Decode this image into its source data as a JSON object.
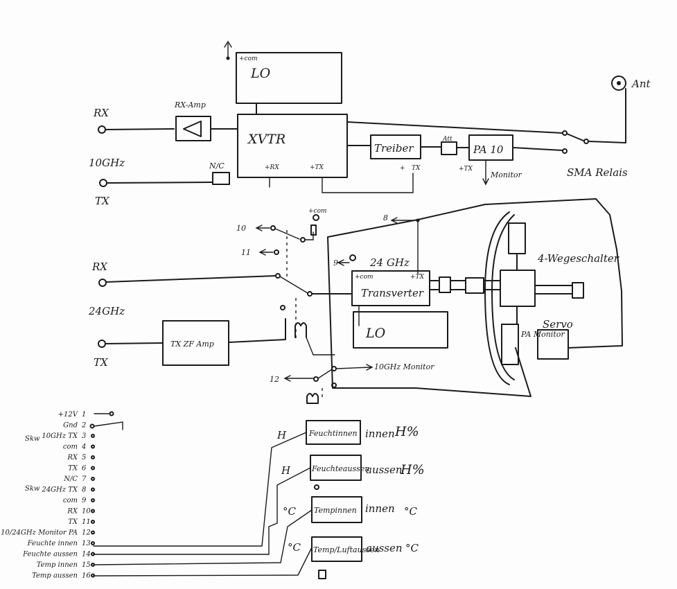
{
  "labels": {
    "lo_top": "LO",
    "lo_top_com": "+com",
    "xvtr": "XVTR",
    "xvtr_rx": "+RX",
    "xvtr_tx": "+TX",
    "rx_amp": "RX-Amp",
    "rx_top": "RX",
    "ghz10": "10GHz",
    "tx_top": "TX",
    "nc_top": "N/C",
    "treiber": "Treiber",
    "treiber_plus": "+",
    "treiber_tx": "TX",
    "att": "Att",
    "pa10": "PA 10",
    "pa10_tx": "+TX",
    "monitor_top": "Monitor",
    "ant": "Ant",
    "sma_relais": "SMA Relais",
    "n8": "8",
    "n9": "9",
    "n10": "10",
    "n11": "11",
    "n12": "12",
    "relay_com": "+com",
    "ghz24_block": "24 GHz",
    "trans_com": "+com",
    "trans_tx": "+TX",
    "transverter": "Transverter",
    "lo_mid": "LO",
    "rx_mid": "RX",
    "ghz24": "24GHz",
    "tx_mid": "TX",
    "tx_zf_amp": "TX ZF Amp",
    "monitor_10ghz": "10GHz Monitor",
    "wegeschalter": "4-Wegeschalter",
    "pa_monitor": "PA Monitor",
    "servo": "Servo",
    "h1": "H",
    "h2": "H",
    "c1": "°C",
    "c2": "°C",
    "sensor1": "Feuchtinnen",
    "sensor2": "Feuchteaussen",
    "sensor3": "Tempinnen",
    "sensor4": "Temp/Luftaussen",
    "innen1": "innen",
    "aussen1": "aussen",
    "innen2": "innen",
    "aussen2": "aussen",
    "hpct1": "H%",
    "hpct2": "H%",
    "unit_c1": "°C",
    "unit_c2": "°C"
  },
  "pins": [
    {
      "name": "+12V",
      "num": "1"
    },
    {
      "name": "Gnd",
      "num": "2"
    },
    {
      "name": "10GHz TX",
      "num": "3"
    },
    {
      "name": "com",
      "num": "4"
    },
    {
      "name": "RX",
      "num": "5"
    },
    {
      "name": "TX",
      "num": "6"
    },
    {
      "name": "N/C",
      "num": "7"
    },
    {
      "name": "24GHz TX",
      "num": "8"
    },
    {
      "name": "com",
      "num": "9"
    },
    {
      "name": "RX",
      "num": "10"
    },
    {
      "name": "TX",
      "num": "11"
    },
    {
      "name": "10/24GHz Monitor PA",
      "num": "12"
    },
    {
      "name": "Feuchte innen",
      "num": "13"
    },
    {
      "name": "Feuchte aussen",
      "num": "14"
    },
    {
      "name": "Temp innen",
      "num": "15"
    },
    {
      "name": "Temp aussen",
      "num": "16"
    }
  ],
  "side_labels": {
    "skw1": "Skw",
    "skw2": "Skw"
  }
}
